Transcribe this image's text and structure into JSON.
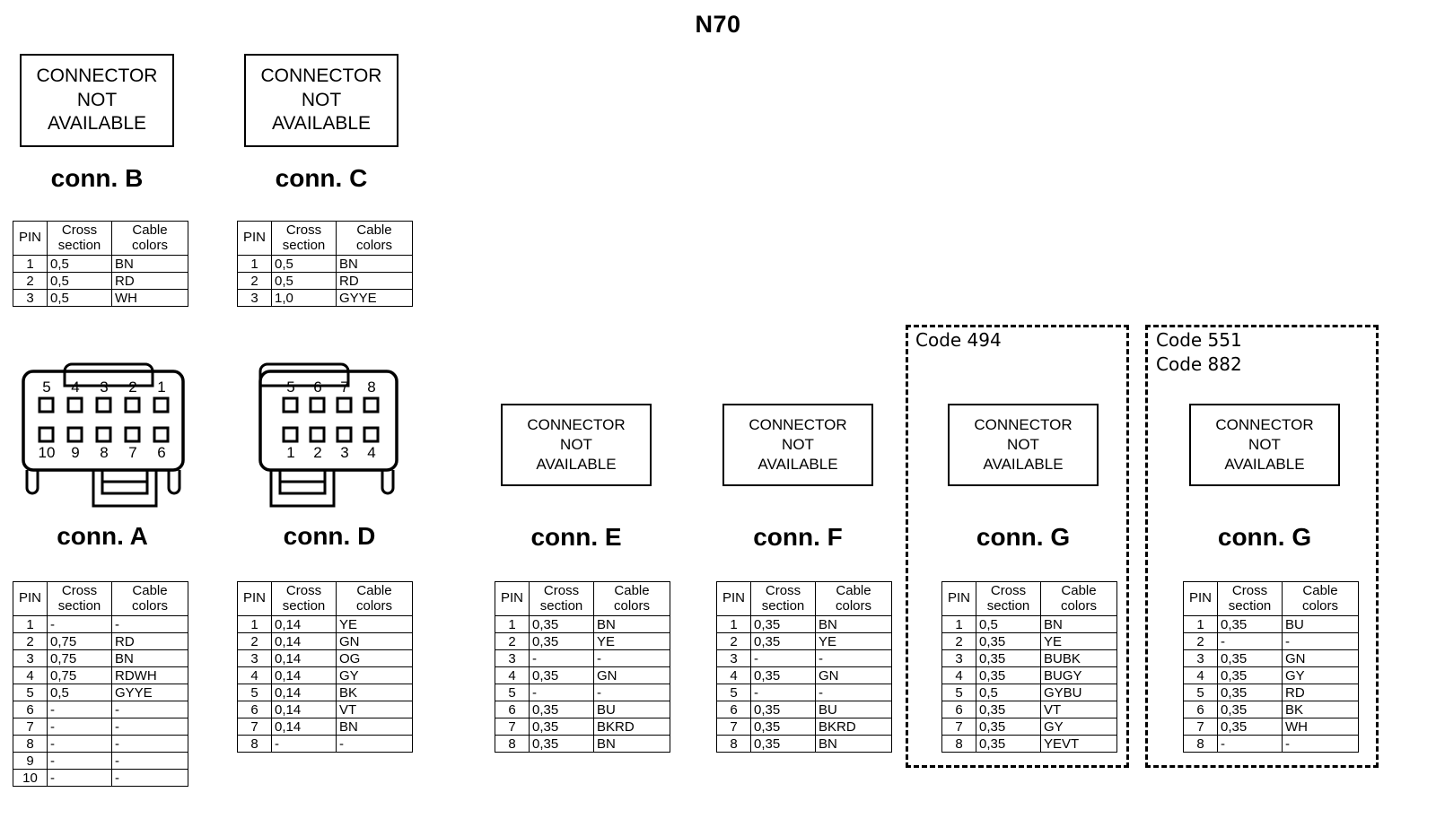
{
  "page": {
    "title": "N70",
    "not_available_lines": [
      "CONNECTOR",
      "NOT",
      "AVAILABLE"
    ],
    "table_headers": {
      "pin": "PIN",
      "cross": "Cross",
      "section": "section",
      "cable": "Cable",
      "colors": "colors"
    }
  },
  "connectors": {
    "B": {
      "label": "conn. B",
      "available": false,
      "rows": [
        {
          "pin": "1",
          "cross_section": "0,5",
          "cable_colors": "BN"
        },
        {
          "pin": "2",
          "cross_section": "0,5",
          "cable_colors": "RD"
        },
        {
          "pin": "3",
          "cross_section": "0,5",
          "cable_colors": "WH"
        }
      ]
    },
    "C": {
      "label": "conn. C",
      "available": false,
      "rows": [
        {
          "pin": "1",
          "cross_section": "0,5",
          "cable_colors": "BN"
        },
        {
          "pin": "2",
          "cross_section": "0,5",
          "cable_colors": "RD"
        },
        {
          "pin": "3",
          "cross_section": "1,0",
          "cable_colors": "GYYE"
        }
      ]
    },
    "A": {
      "label": "conn. A",
      "available": true,
      "pin_layout": {
        "top_row": [
          "5",
          "4",
          "3",
          "2",
          "1"
        ],
        "bottom_row": [
          "10",
          "9",
          "8",
          "7",
          "6"
        ]
      },
      "rows": [
        {
          "pin": "1",
          "cross_section": "-",
          "cable_colors": "-"
        },
        {
          "pin": "2",
          "cross_section": "0,75",
          "cable_colors": "RD"
        },
        {
          "pin": "3",
          "cross_section": "0,75",
          "cable_colors": "BN"
        },
        {
          "pin": "4",
          "cross_section": "0,75",
          "cable_colors": "RDWH"
        },
        {
          "pin": "5",
          "cross_section": "0,5",
          "cable_colors": "GYYE"
        },
        {
          "pin": "6",
          "cross_section": "-",
          "cable_colors": "-"
        },
        {
          "pin": "7",
          "cross_section": "-",
          "cable_colors": "-"
        },
        {
          "pin": "8",
          "cross_section": "-",
          "cable_colors": "-"
        },
        {
          "pin": "9",
          "cross_section": "-",
          "cable_colors": "-"
        },
        {
          "pin": "10",
          "cross_section": "-",
          "cable_colors": "-"
        }
      ]
    },
    "D": {
      "label": "conn. D",
      "available": true,
      "pin_layout": {
        "top_row": [
          "5",
          "6",
          "7",
          "8"
        ],
        "bottom_row": [
          "1",
          "2",
          "3",
          "4"
        ]
      },
      "rows": [
        {
          "pin": "1",
          "cross_section": "0,14",
          "cable_colors": "YE"
        },
        {
          "pin": "2",
          "cross_section": "0,14",
          "cable_colors": "GN"
        },
        {
          "pin": "3",
          "cross_section": "0,14",
          "cable_colors": "OG"
        },
        {
          "pin": "4",
          "cross_section": "0,14",
          "cable_colors": "GY"
        },
        {
          "pin": "5",
          "cross_section": "0,14",
          "cable_colors": "BK"
        },
        {
          "pin": "6",
          "cross_section": "0,14",
          "cable_colors": "VT"
        },
        {
          "pin": "7",
          "cross_section": "0,14",
          "cable_colors": "BN"
        },
        {
          "pin": "8",
          "cross_section": "-",
          "cable_colors": "-"
        }
      ]
    },
    "E": {
      "label": "conn. E",
      "available": false,
      "rows": [
        {
          "pin": "1",
          "cross_section": "0,35",
          "cable_colors": "BN"
        },
        {
          "pin": "2",
          "cross_section": "0,35",
          "cable_colors": "YE"
        },
        {
          "pin": "3",
          "cross_section": "-",
          "cable_colors": "-"
        },
        {
          "pin": "4",
          "cross_section": "0,35",
          "cable_colors": "GN"
        },
        {
          "pin": "5",
          "cross_section": "-",
          "cable_colors": "-"
        },
        {
          "pin": "6",
          "cross_section": "0,35",
          "cable_colors": "BU"
        },
        {
          "pin": "7",
          "cross_section": "0,35",
          "cable_colors": "BKRD"
        },
        {
          "pin": "8",
          "cross_section": "0,35",
          "cable_colors": "BN"
        }
      ]
    },
    "F": {
      "label": "conn. F",
      "available": false,
      "rows": [
        {
          "pin": "1",
          "cross_section": "0,35",
          "cable_colors": "BN"
        },
        {
          "pin": "2",
          "cross_section": "0,35",
          "cable_colors": "YE"
        },
        {
          "pin": "3",
          "cross_section": "-",
          "cable_colors": "-"
        },
        {
          "pin": "4",
          "cross_section": "0,35",
          "cable_colors": "GN"
        },
        {
          "pin": "5",
          "cross_section": "-",
          "cable_colors": "-"
        },
        {
          "pin": "6",
          "cross_section": "0,35",
          "cable_colors": "BU"
        },
        {
          "pin": "7",
          "cross_section": "0,35",
          "cable_colors": "BKRD"
        },
        {
          "pin": "8",
          "cross_section": "0,35",
          "cable_colors": "BN"
        }
      ]
    },
    "G1": {
      "label": "conn. G",
      "available": false,
      "codes": [
        "Code 494"
      ],
      "rows": [
        {
          "pin": "1",
          "cross_section": "0,5",
          "cable_colors": "BN"
        },
        {
          "pin": "2",
          "cross_section": "0,35",
          "cable_colors": "YE"
        },
        {
          "pin": "3",
          "cross_section": "0,35",
          "cable_colors": "BUBK"
        },
        {
          "pin": "4",
          "cross_section": "0,35",
          "cable_colors": "BUGY"
        },
        {
          "pin": "5",
          "cross_section": "0,5",
          "cable_colors": "GYBU"
        },
        {
          "pin": "6",
          "cross_section": "0,35",
          "cable_colors": "VT"
        },
        {
          "pin": "7",
          "cross_section": "0,35",
          "cable_colors": "GY"
        },
        {
          "pin": "8",
          "cross_section": "0,35",
          "cable_colors": "YEVT"
        }
      ]
    },
    "G2": {
      "label": "conn. G",
      "available": false,
      "codes": [
        "Code 551",
        "Code 882"
      ],
      "rows": [
        {
          "pin": "1",
          "cross_section": "0,35",
          "cable_colors": "BU"
        },
        {
          "pin": "2",
          "cross_section": "-",
          "cable_colors": "-"
        },
        {
          "pin": "3",
          "cross_section": "0,35",
          "cable_colors": "GN"
        },
        {
          "pin": "4",
          "cross_section": "0,35",
          "cable_colors": "GY"
        },
        {
          "pin": "5",
          "cross_section": "0,35",
          "cable_colors": "RD"
        },
        {
          "pin": "6",
          "cross_section": "0,35",
          "cable_colors": "BK"
        },
        {
          "pin": "7",
          "cross_section": "0,35",
          "cable_colors": "WH"
        },
        {
          "pin": "8",
          "cross_section": "-",
          "cable_colors": "-"
        }
      ]
    }
  }
}
